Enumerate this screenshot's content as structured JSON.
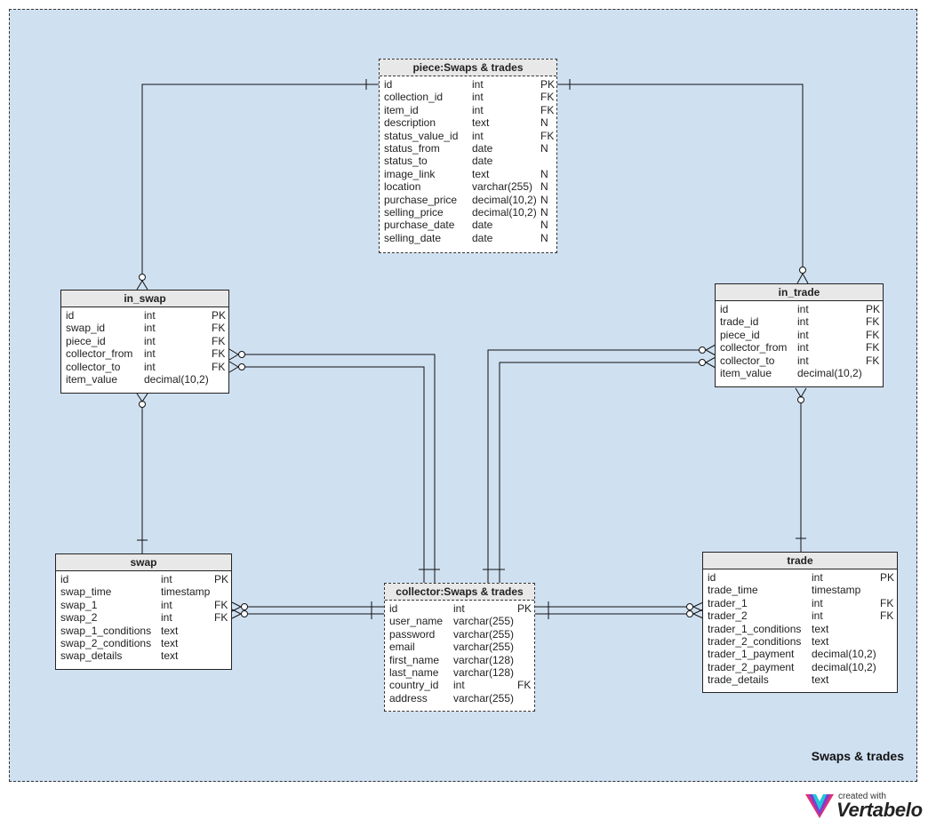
{
  "area_label": "Swaps & trades",
  "logo": {
    "small": "created with",
    "big": "Vertabelo"
  },
  "tables": {
    "piece": {
      "title": "piece:Swaps & trades",
      "rows": [
        [
          "id",
          "int",
          "PK"
        ],
        [
          "collection_id",
          "int",
          "FK"
        ],
        [
          "item_id",
          "int",
          "FK"
        ],
        [
          "description",
          "text",
          "N"
        ],
        [
          "status_value_id",
          "int",
          "FK"
        ],
        [
          "status_from",
          "date",
          "N"
        ],
        [
          "status_to",
          "date",
          ""
        ],
        [
          "image_link",
          "text",
          "N"
        ],
        [
          "location",
          "varchar(255)",
          "N"
        ],
        [
          "purchase_price",
          "decimal(10,2)",
          "N"
        ],
        [
          "selling_price",
          "decimal(10,2)",
          "N"
        ],
        [
          "purchase_date",
          "date",
          "N"
        ],
        [
          "selling_date",
          "date",
          "N"
        ]
      ]
    },
    "in_swap": {
      "title": "in_swap",
      "rows": [
        [
          "id",
          "int",
          "PK"
        ],
        [
          "swap_id",
          "int",
          "FK"
        ],
        [
          "piece_id",
          "int",
          "FK"
        ],
        [
          "collector_from",
          "int",
          "FK"
        ],
        [
          "collector_to",
          "int",
          "FK"
        ],
        [
          "item_value",
          "decimal(10,2)",
          ""
        ]
      ]
    },
    "in_trade": {
      "title": "in_trade",
      "rows": [
        [
          "id",
          "int",
          "PK"
        ],
        [
          "trade_id",
          "int",
          "FK"
        ],
        [
          "piece_id",
          "int",
          "FK"
        ],
        [
          "collector_from",
          "int",
          "FK"
        ],
        [
          "collector_to",
          "int",
          "FK"
        ],
        [
          "item_value",
          "decimal(10,2)",
          ""
        ]
      ]
    },
    "swap": {
      "title": "swap",
      "rows": [
        [
          "id",
          "int",
          "PK"
        ],
        [
          "swap_time",
          "timestamp",
          ""
        ],
        [
          "swap_1",
          "int",
          "FK"
        ],
        [
          "swap_2",
          "int",
          "FK"
        ],
        [
          "swap_1_conditions",
          "text",
          ""
        ],
        [
          "swap_2_conditions",
          "text",
          ""
        ],
        [
          "swap_details",
          "text",
          ""
        ]
      ]
    },
    "collector": {
      "title": "collector:Swaps & trades",
      "rows": [
        [
          "id",
          "int",
          "PK"
        ],
        [
          "user_name",
          "varchar(255)",
          ""
        ],
        [
          "password",
          "varchar(255)",
          ""
        ],
        [
          "email",
          "varchar(255)",
          ""
        ],
        [
          "first_name",
          "varchar(128)",
          ""
        ],
        [
          "last_name",
          "varchar(128)",
          ""
        ],
        [
          "country_id",
          "int",
          "FK"
        ],
        [
          "address",
          "varchar(255)",
          ""
        ]
      ]
    },
    "trade": {
      "title": "trade",
      "rows": [
        [
          "id",
          "int",
          "PK"
        ],
        [
          "trade_time",
          "timestamp",
          ""
        ],
        [
          "trader_1",
          "int",
          "FK"
        ],
        [
          "trader_2",
          "int",
          "FK"
        ],
        [
          "trader_1_conditions",
          "text",
          ""
        ],
        [
          "trader_2_conditions",
          "text",
          ""
        ],
        [
          "trader_1_payment",
          "decimal(10,2)",
          ""
        ],
        [
          "trader_2_payment",
          "decimal(10,2)",
          ""
        ],
        [
          "trade_details",
          "text",
          ""
        ]
      ]
    }
  }
}
